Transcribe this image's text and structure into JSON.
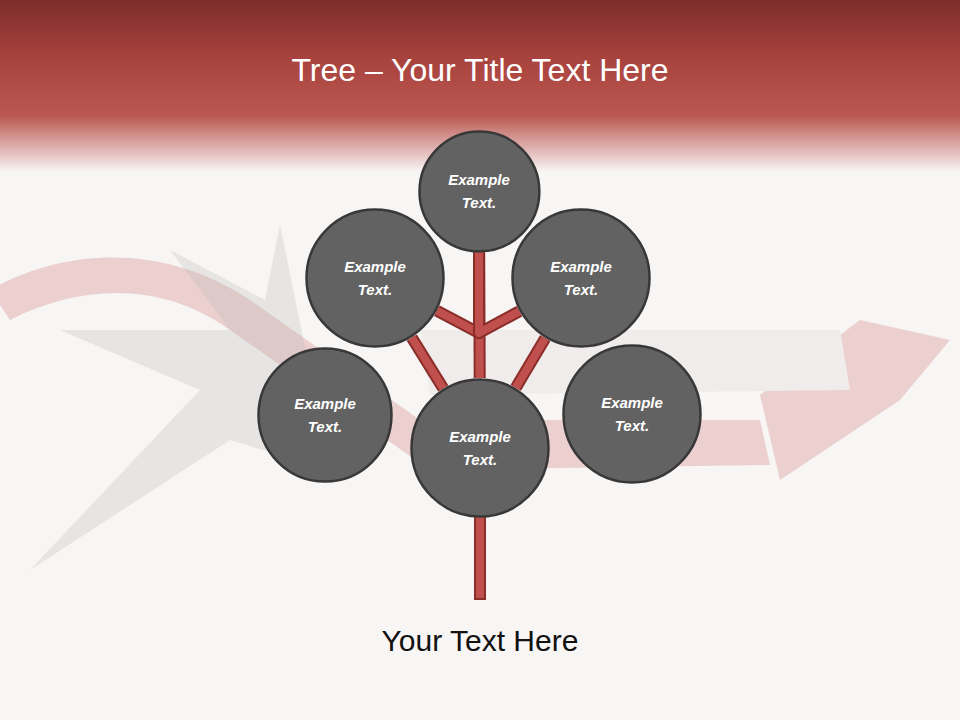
{
  "diagram": {
    "title": "Tree – Your Title Text Here",
    "caption": "Your Text Here",
    "nodes": [
      {
        "text": [
          "Example Text."
        ]
      },
      {
        "text": [
          "Example Text."
        ]
      },
      {
        "text": [
          "Example Text."
        ]
      },
      {
        "text": [
          "Example Text."
        ]
      },
      {
        "text": [
          "Example Text."
        ]
      },
      {
        "text": [
          "Example Text."
        ]
      }
    ],
    "edges": [
      {
        "from": 4,
        "to": 0,
        "arrow": "none"
      },
      {
        "from": 4,
        "to": 1,
        "arrow": "none"
      },
      {
        "from": 4,
        "to": 2,
        "arrow": "none"
      },
      {
        "from": 1,
        "to": 0,
        "arrow": "none"
      },
      {
        "from": 2,
        "to": 0,
        "arrow": "none"
      }
    ]
  }
}
